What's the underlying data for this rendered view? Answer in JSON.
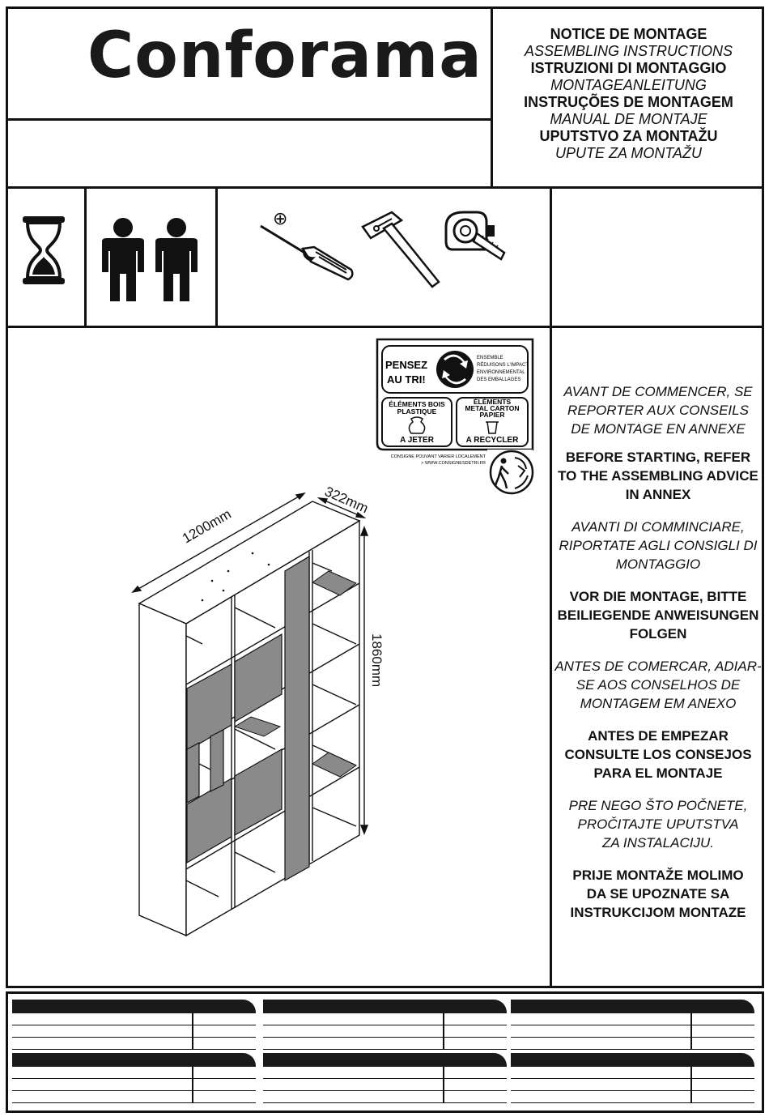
{
  "header": {
    "brand": "Conforama",
    "titles": [
      {
        "text": "NOTICE DE MONTAGE",
        "style": "bold"
      },
      {
        "text": "ASSEMBLING INSTRUCTIONS",
        "style": "italic"
      },
      {
        "text": "ISTRUZIONI DI MONTAGGIO",
        "style": "bold"
      },
      {
        "text": "MONTAGEANLEITUNG",
        "style": "italic"
      },
      {
        "text": "INSTRUÇÕES DE MONTAGEM",
        "style": "bold"
      },
      {
        "text": "MANUAL DE MONTAJE",
        "style": "italic"
      },
      {
        "text": "UPUTSTVO ZA MONTAŽU",
        "style": "bold"
      },
      {
        "text": "UPUTE ZA MONTAŽU",
        "style": "italic"
      }
    ]
  },
  "icons": {
    "time": "hourglass-icon",
    "people": "two-persons-icon",
    "tools": [
      "phillips-screwdriver-icon",
      "hammer-icon",
      "tape-measure-icon"
    ],
    "phillips_symbol": "⊕"
  },
  "recycling": {
    "pensez": "PENSEZ",
    "au_tri": "AU TRI!",
    "ensemble_lines": [
      "ENSEMBLE",
      "RÉDUISONS L'IMPACT",
      "ENVIRONNEMENTAL",
      "DES EMBALLAGES"
    ],
    "left_title": [
      "ÉLÉMENTS BOIS",
      "PLASTIQUE"
    ],
    "left_action": "A JETER",
    "right_title": [
      "ÉLÉMENTS",
      "METAL CARTON",
      "PAPIER"
    ],
    "right_action": "A RECYCLER",
    "consigne": [
      "CONSIGNE POUVANT VARIER LOCALEMENT",
      "> WWW.CONSIGNESDETRI.FR"
    ]
  },
  "dimensions": {
    "width": "1200mm",
    "depth": "322mm",
    "height": "1860mm"
  },
  "advice": [
    {
      "lines": [
        "AVANT DE COMMENCER, SE",
        "REPORTER AUX CONSEILS",
        "DE MONTAGE EN ANNEXE"
      ],
      "style": "italic"
    },
    {
      "lines": [
        "BEFORE STARTING, REFER",
        "TO THE ASSEMBLING ADVICE",
        "IN ANNEX"
      ],
      "style": "bold"
    },
    {
      "lines": [
        "AVANTI DI COMMINCIARE,",
        "RIPORTATE AGLI CONSIGLI DI",
        "MONTAGGIO"
      ],
      "style": "italic"
    },
    {
      "lines": [
        "VOR DIE MONTAGE, BITTE",
        "BEILIEGENDE ANWEISUNGEN",
        "FOLGEN"
      ],
      "style": "bold"
    },
    {
      "lines": [
        "ANTES DE COMERCAR, ADIAR-",
        "SE AOS CONSELHOS DE",
        "MONTAGEM EM ANEXO"
      ],
      "style": "italic"
    },
    {
      "lines": [
        "ANTES DE EMPEZAR",
        "CONSULTE LOS CONSEJOS",
        "PARA EL MONTAJE"
      ],
      "style": "bold"
    },
    {
      "lines": [
        "PRE NEGO ŠTO POČNETE,",
        "PROČITAJTE UPUTSTVA",
        "ZA INSTALACIJU."
      ],
      "style": "italic"
    },
    {
      "lines": [
        "PRIJE MONTAŽE MOLIMO",
        "DA SE UPOZNATE SA",
        "INSTRUKCIJOM MONTAZE"
      ],
      "style": "bold"
    }
  ],
  "colors": {
    "ink": "#111111",
    "panel_grey": "#8a8a8a",
    "header_bar": "#1a1a1a"
  }
}
